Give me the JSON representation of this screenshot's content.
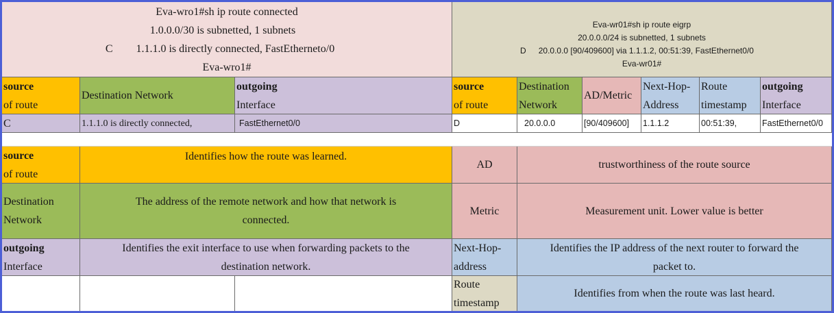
{
  "left_output": {
    "lines": [
      "Eva-wro1#sh ip route connected",
      "1.0.0.0/30 is subnetted, 1 subnets"
    ],
    "route_code": "C",
    "route_text": "1.1.1.0 is directly connected, FastEtherneto/0",
    "prompt": "Eva-wro1#"
  },
  "right_output": {
    "lines": [
      "Eva-wr01#sh ip route eigrp",
      "20.0.0.0/24 is subnetted, 1 subnets"
    ],
    "route_code": "D",
    "route_text": "20.0.0.0 [90/409600] via 1.1.1.2, 00:51:39, FastEthernet0/0",
    "prompt": "Eva-wr01#"
  },
  "left_table": {
    "headers": {
      "source_1": "source",
      "source_2": "of route",
      "dest": "Destination Network",
      "out_1": "outgoing",
      "out_2": "Interface"
    },
    "row": {
      "source": "C",
      "dest": "1.1.1.0 is directly connected,",
      "out": "FastEthernet0/0"
    }
  },
  "right_table": {
    "headers": {
      "source_1": "source",
      "source_2": "of route",
      "dest_1": "Destination",
      "dest_2": "Network",
      "ad_metric": "AD/Metric",
      "nh_1": "Next-Hop-",
      "nh_2": "Address",
      "ts_1": "Route",
      "ts_2": "timestamp",
      "out_1": "outgoing",
      "out_2": "Interface"
    },
    "row": {
      "source": "D",
      "dest": "20.0.0.0",
      "ad_metric": "[90/409600]",
      "next_hop": "1.1.1.2",
      "timestamp": "00:51:39,",
      "out": "FastEthernet0/0"
    }
  },
  "glossary_left": [
    {
      "term_1": "source",
      "term_2": "of route",
      "desc": "Identifies how the route was learned."
    },
    {
      "term_1": "Destination",
      "term_2": "Network",
      "desc_1": "The address of the remote network and how that network is",
      "desc_2": "connected."
    },
    {
      "term_1": "outgoing",
      "term_2": "Interface",
      "desc_1": "Identifies the exit interface to use when forwarding packets to the",
      "desc_2": "destination network."
    }
  ],
  "glossary_right": [
    {
      "term": "AD",
      "desc": "trustworthiness of the route source"
    },
    {
      "term": "Metric",
      "desc": "Measurement unit. Lower value is better"
    },
    {
      "term_1": "Next-Hop-",
      "term_2": "address",
      "desc_1": "Identifies the IP address of the next router to forward the",
      "desc_2": "packet to."
    },
    {
      "term_1": "Route",
      "term_2": "timestamp",
      "desc": "Identifies from when the route was last heard."
    }
  ],
  "colors": {
    "border": "#4d5fd6",
    "orange": "#ffc000",
    "green": "#9bbb59",
    "lilac": "#ccc0da",
    "pink": "#f2dcdb",
    "tan": "#ddd9c4",
    "rose": "#e6b8b7",
    "blue": "#b8cce4"
  }
}
